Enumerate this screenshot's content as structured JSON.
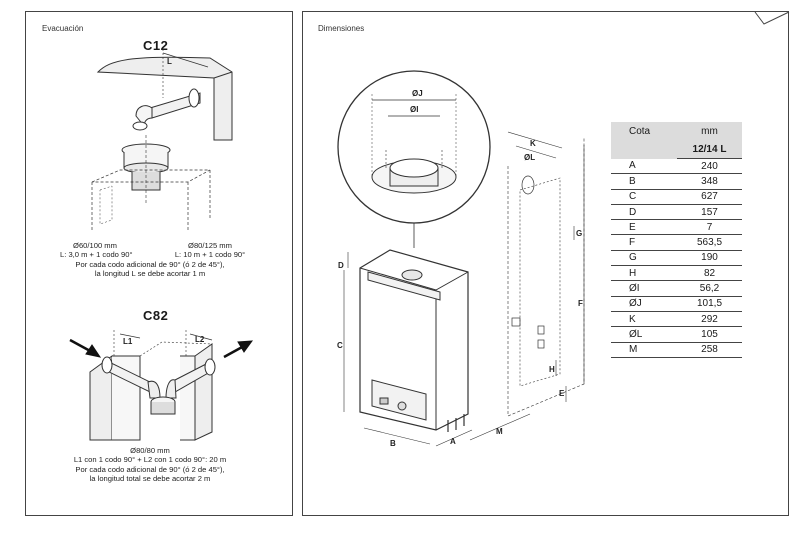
{
  "left": {
    "section_title": "Evacuación",
    "c12": {
      "title": "C12",
      "dim_label": "L",
      "caption_col1": [
        "Ø60/100 mm",
        "L: 3,0 m + 1 codo 90°"
      ],
      "caption_col2": [
        "Ø80/125 mm",
        "L: 10 m + 1 codo 90°"
      ],
      "caption_note": [
        "Por cada codo adicional de 90° (ó 2 de 45°),",
        "la longitud L se debe acortar 1 m"
      ]
    },
    "c82": {
      "title": "C82",
      "dim_l1": "L1",
      "dim_l2": "L2",
      "caption": [
        "Ø80/80 mm",
        "L1 con 1 codo 90° + L2 con 1 codo 90°: 20 m",
        "Por cada codo adicional de 90° (ó 2 de 45°),",
        "la longitud total se debe acortar 2 m"
      ]
    }
  },
  "right": {
    "section_title": "Dimensiones",
    "diagram_labels": {
      "j": "ØJ",
      "i": "ØI",
      "l": "ØL",
      "k": "K",
      "a": "A",
      "b": "B",
      "c": "C",
      "d": "D",
      "e": "E",
      "f": "F",
      "g": "G",
      "h": "H",
      "m": "M"
    },
    "table": {
      "col_header_1": "Cota",
      "col_header_2": "mm",
      "sub_header": "12/14 L",
      "rows": [
        {
          "cota": "A",
          "mm": "240"
        },
        {
          "cota": "B",
          "mm": "348"
        },
        {
          "cota": "C",
          "mm": "627"
        },
        {
          "cota": "D",
          "mm": "157"
        },
        {
          "cota": "E",
          "mm": "7"
        },
        {
          "cota": "F",
          "mm": "563,5"
        },
        {
          "cota": "G",
          "mm": "190"
        },
        {
          "cota": "H",
          "mm": "82"
        },
        {
          "cota": "ØI",
          "mm": "56,2"
        },
        {
          "cota": "ØJ",
          "mm": "101,5"
        },
        {
          "cota": "K",
          "mm": "292"
        },
        {
          "cota": "ØL",
          "mm": "105"
        },
        {
          "cota": "M",
          "mm": "258"
        }
      ]
    }
  }
}
